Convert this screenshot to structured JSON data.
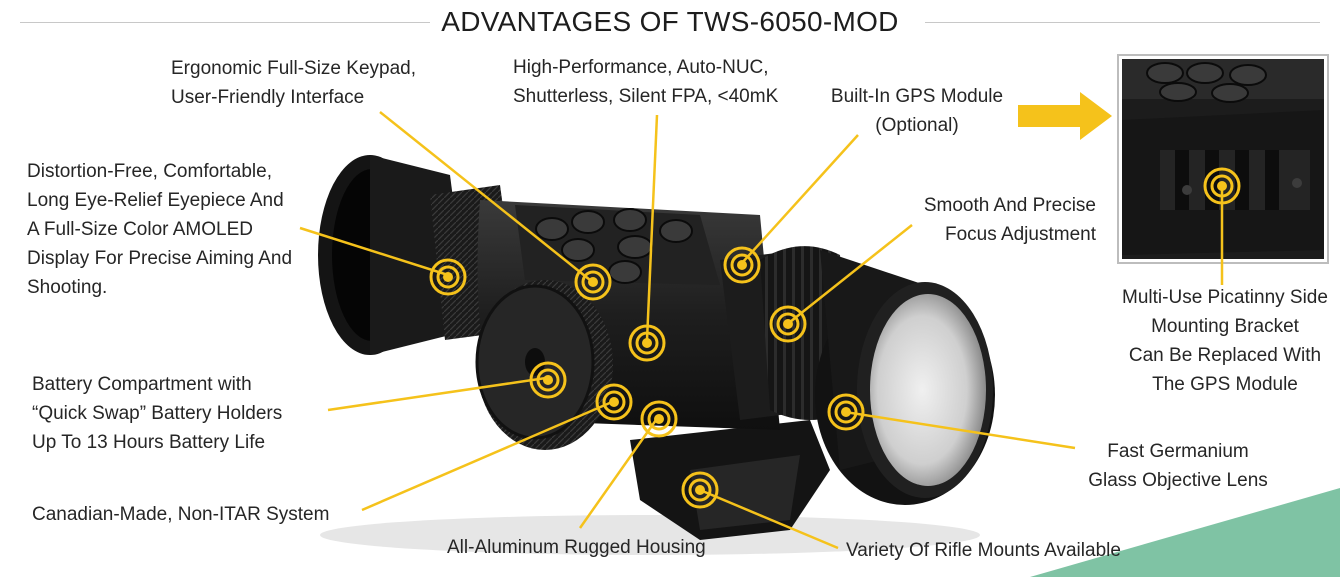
{
  "title": "ADVANTAGES OF TWS-6050-MOD",
  "colors": {
    "callout": "#f5c21b",
    "accent_green": "#7fc3a4",
    "scope_body": "#1b1b1b",
    "lens": "#d9d9d9"
  },
  "callouts": [
    {
      "id": "eyepiece",
      "text": "Distortion-Free, Comfortable,\nLong Eye-Relief Eyepiece And\nA Full-Size Color AMOLED\nDisplay For Precise Aiming And\nShooting."
    },
    {
      "id": "keypad",
      "text": "Ergonomic Full-Size Keypad,\nUser-Friendly Interface"
    },
    {
      "id": "fpa",
      "text": "High-Performance, Auto-NUC,\nShutterless, Silent FPA, <40mK"
    },
    {
      "id": "gps",
      "text": "Built-In GPS Module\n(Optional)"
    },
    {
      "id": "focus",
      "text": "Smooth And Precise\nFocus Adjustment"
    },
    {
      "id": "battery",
      "text": "Battery Compartment with\n“Quick Swap” Battery Holders\nUp To 13 Hours Battery Life"
    },
    {
      "id": "canadian",
      "text": "Canadian-Made, Non-ITAR System"
    },
    {
      "id": "aluminum",
      "text": "All-Aluminum Rugged Housing"
    },
    {
      "id": "mounts",
      "text": "Variety Of Rifle Mounts Available"
    },
    {
      "id": "lens",
      "text": "Fast Germanium\nGlass Objective Lens"
    },
    {
      "id": "picatinny",
      "text": "Multi-Use Picatinny Side\nMounting Bracket\nCan Be Replaced With\nThe GPS Module"
    }
  ]
}
